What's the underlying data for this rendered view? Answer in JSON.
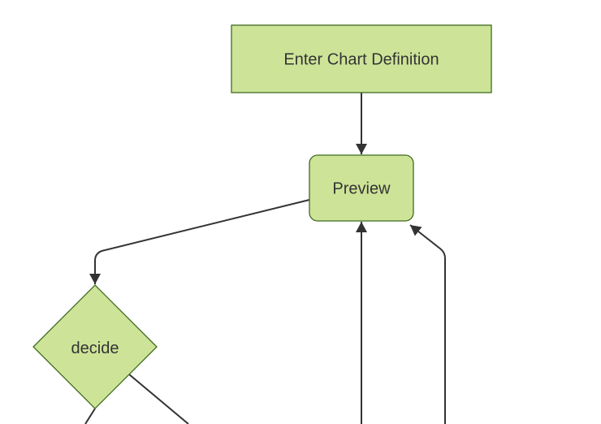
{
  "diagram": {
    "type": "flowchart",
    "direction": "top-down",
    "background_color": "#ffffff",
    "edge_color": "#333333",
    "arrowhead_color": "#333333",
    "text_color": "#333333",
    "node_fill_color": "#cde498",
    "node_border_color": "#3f6b1f",
    "nodes": [
      {
        "id": "enter",
        "label": "Enter Chart Definition",
        "shape": "rectangle"
      },
      {
        "id": "preview",
        "label": "Preview",
        "shape": "rounded-rectangle"
      },
      {
        "id": "decide",
        "label": "decide",
        "shape": "diamond"
      }
    ],
    "edges": [
      {
        "from": "Enter Chart Definition",
        "to": "Preview",
        "arrowhead": true
      },
      {
        "from": "Preview",
        "to": "decide",
        "arrowhead": true
      },
      {
        "from": "offscreen-bottom",
        "to": "Preview",
        "arrowhead": true
      },
      {
        "from": "offscreen-bottom",
        "to": "Preview",
        "arrowhead": true
      },
      {
        "from": "decide",
        "to": "offscreen-bottom",
        "arrowhead": false
      },
      {
        "from": "decide",
        "to": "offscreen-bottom",
        "arrowhead": false
      }
    ]
  }
}
